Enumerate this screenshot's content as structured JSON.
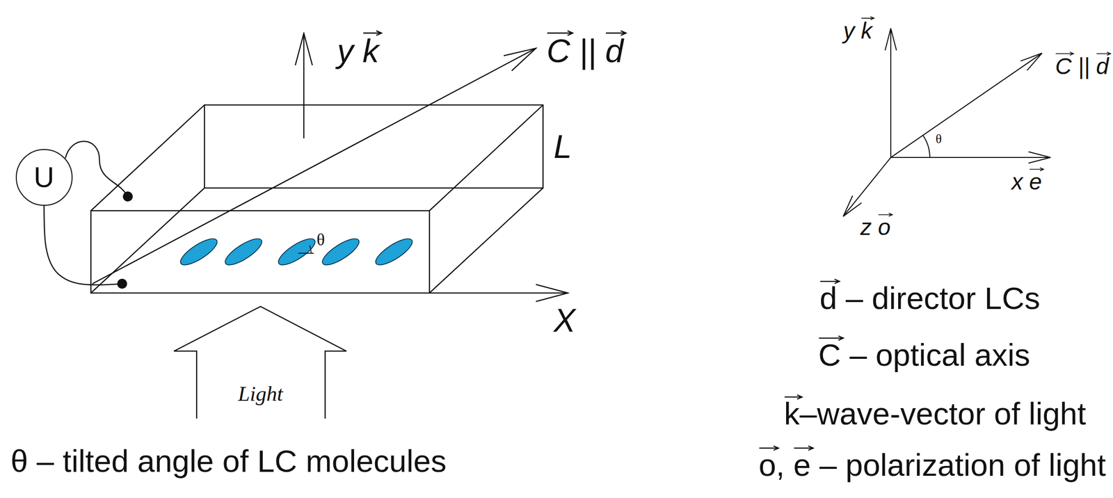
{
  "diagram": {
    "nodes": [
      {
        "text": [
          "U"
        ]
      }
    ],
    "labels": [
      "y k",
      "C || d",
      "L",
      "θ",
      "X",
      "Light",
      "θ – tilted angle of LC molecules",
      "y k",
      "C || d",
      "θ",
      "x e",
      "z o",
      "d – director LCs",
      "C – optical axis",
      "k–wave-vector of light",
      "o, e – polarization of light"
    ]
  }
}
